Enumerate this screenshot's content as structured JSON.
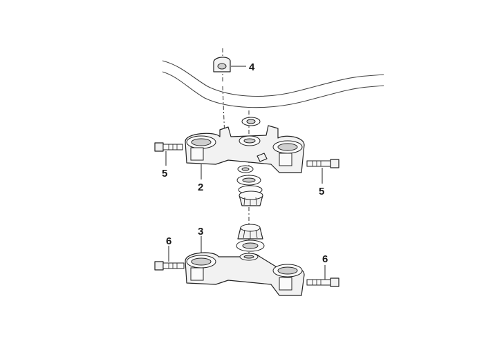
{
  "callouts": {
    "c2": "2",
    "c3": "3",
    "c4": "4",
    "c5_left": "5",
    "c5_right": "5",
    "c6_left": "6",
    "c6_right": "6"
  }
}
